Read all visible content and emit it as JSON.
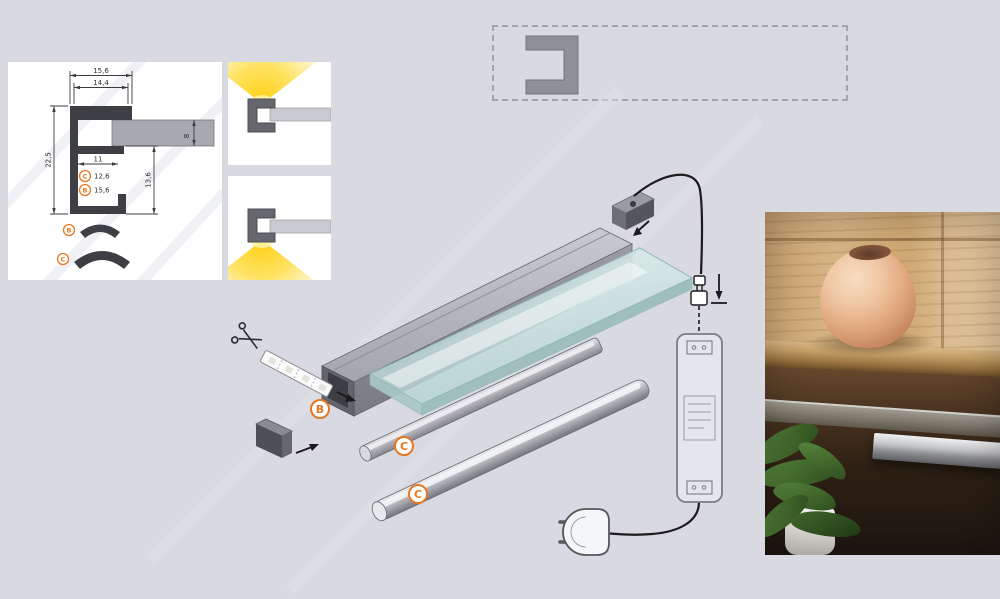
{
  "page": {
    "background": "#d9dae1"
  },
  "colors": {
    "accent_orange": "#e87722",
    "aluminum_gray": "#9a9ba2",
    "section_dark": "#3e3f44",
    "glass_teal": "#c5dcda",
    "light_yellow": "#ffd21e",
    "line_dark": "#1b1b1d"
  },
  "dimension_panel": {
    "dims": {
      "outer_width": "15,6",
      "inner_width": "14,4",
      "glass_thickness": "8",
      "slot_width": "11",
      "total_height": "22,5",
      "cover_c_width": "12,6",
      "cover_b_width": "15,6",
      "lower_height": "13,6"
    },
    "labels": {
      "b": "B",
      "c": "C"
    }
  },
  "assembly": {
    "labels": {
      "b": "B",
      "c": "C"
    }
  }
}
